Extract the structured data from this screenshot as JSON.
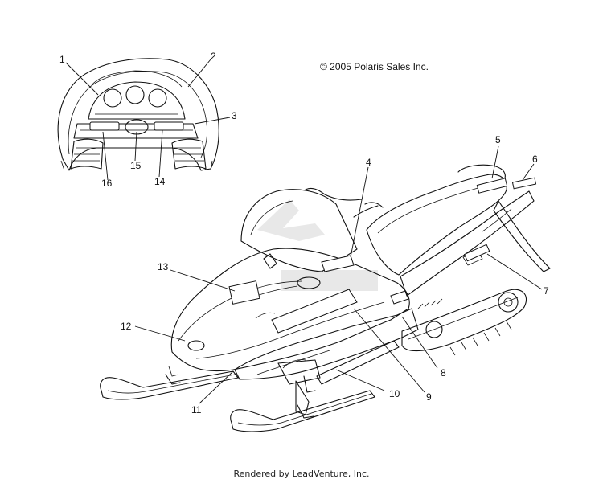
{
  "header": {
    "copyright": "© 2005 Polaris Sales Inc."
  },
  "footer": {
    "rendered_by": "Rendered by LeadVenture, Inc."
  },
  "callouts": [
    {
      "id": "1",
      "label": "1"
    },
    {
      "id": "2",
      "label": "2"
    },
    {
      "id": "3",
      "label": "3"
    },
    {
      "id": "4",
      "label": "4"
    },
    {
      "id": "5",
      "label": "5"
    },
    {
      "id": "6",
      "label": "6"
    },
    {
      "id": "7",
      "label": "7"
    },
    {
      "id": "8",
      "label": "8"
    },
    {
      "id": "9",
      "label": "9"
    },
    {
      "id": "10",
      "label": "10"
    },
    {
      "id": "11",
      "label": "11"
    },
    {
      "id": "12",
      "label": "12"
    },
    {
      "id": "13",
      "label": "13"
    },
    {
      "id": "14",
      "label": "14"
    },
    {
      "id": "15",
      "label": "15"
    },
    {
      "id": "16",
      "label": "16"
    }
  ]
}
